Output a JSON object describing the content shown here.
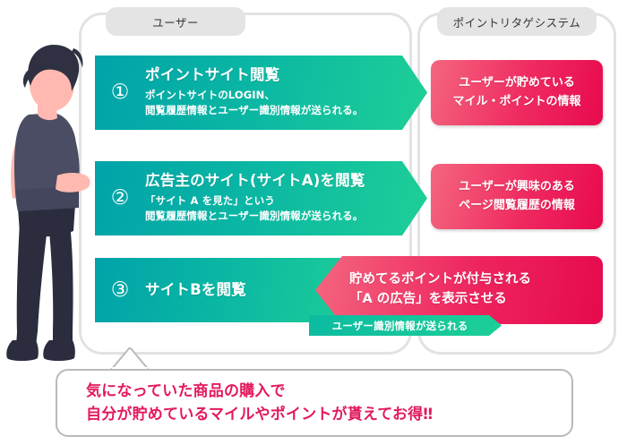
{
  "columns": {
    "user_tab": "ユーザー",
    "system_tab": "ポイントリタゲシステム"
  },
  "steps": [
    {
      "number": "①",
      "title": "ポイントサイト閲覧",
      "sub_line1": "ポイントサイトのLOGIN、",
      "sub_line2": "閲覧履歴情報とユーザー識別情報が送られる。"
    },
    {
      "number": "②",
      "title": "広告主のサイト(サイトA)を閲覧",
      "sub_line1": "「サイト A を見た」という",
      "sub_line2": "閲覧履歴情報とユーザー識別情報が送られる。"
    },
    {
      "number": "③",
      "title": "サイトBを閲覧",
      "sub_line1": "",
      "sub_line2": ""
    }
  ],
  "system_boxes": [
    {
      "line1": "ユーザーが貯めている",
      "line2": "マイル・ポイントの情報"
    },
    {
      "line1": "ユーザーが興味のある",
      "line2": "ページ閲覧履歴の情報"
    }
  ],
  "response_arrow": {
    "line1": "貯めてるポイントが付与される",
    "line2": "「A の広告」を表示させる"
  },
  "identifier_strip": "ユーザー識別情報が送られる",
  "bubble": {
    "line1": "気になっていた商品の購入で",
    "line2": "自分が貯めているマイルやポイントが貰えてお得‼"
  },
  "colors": {
    "teal_start": "#00a3a9",
    "teal_end": "#1ecf97",
    "pink_start": "#f4667f",
    "pink_end": "#e8094f",
    "bubble_text": "#e3195e",
    "panel_border": "#e2e2e2",
    "tab_bg": "#e4e4e4"
  },
  "person": {
    "alt": "standing-person-illustration",
    "hair": "#2f3142",
    "skin": "#ffb9b0",
    "shirt": "#4a4d63",
    "pants": "#2b2d3e",
    "shoes": "#2b2d3e"
  }
}
